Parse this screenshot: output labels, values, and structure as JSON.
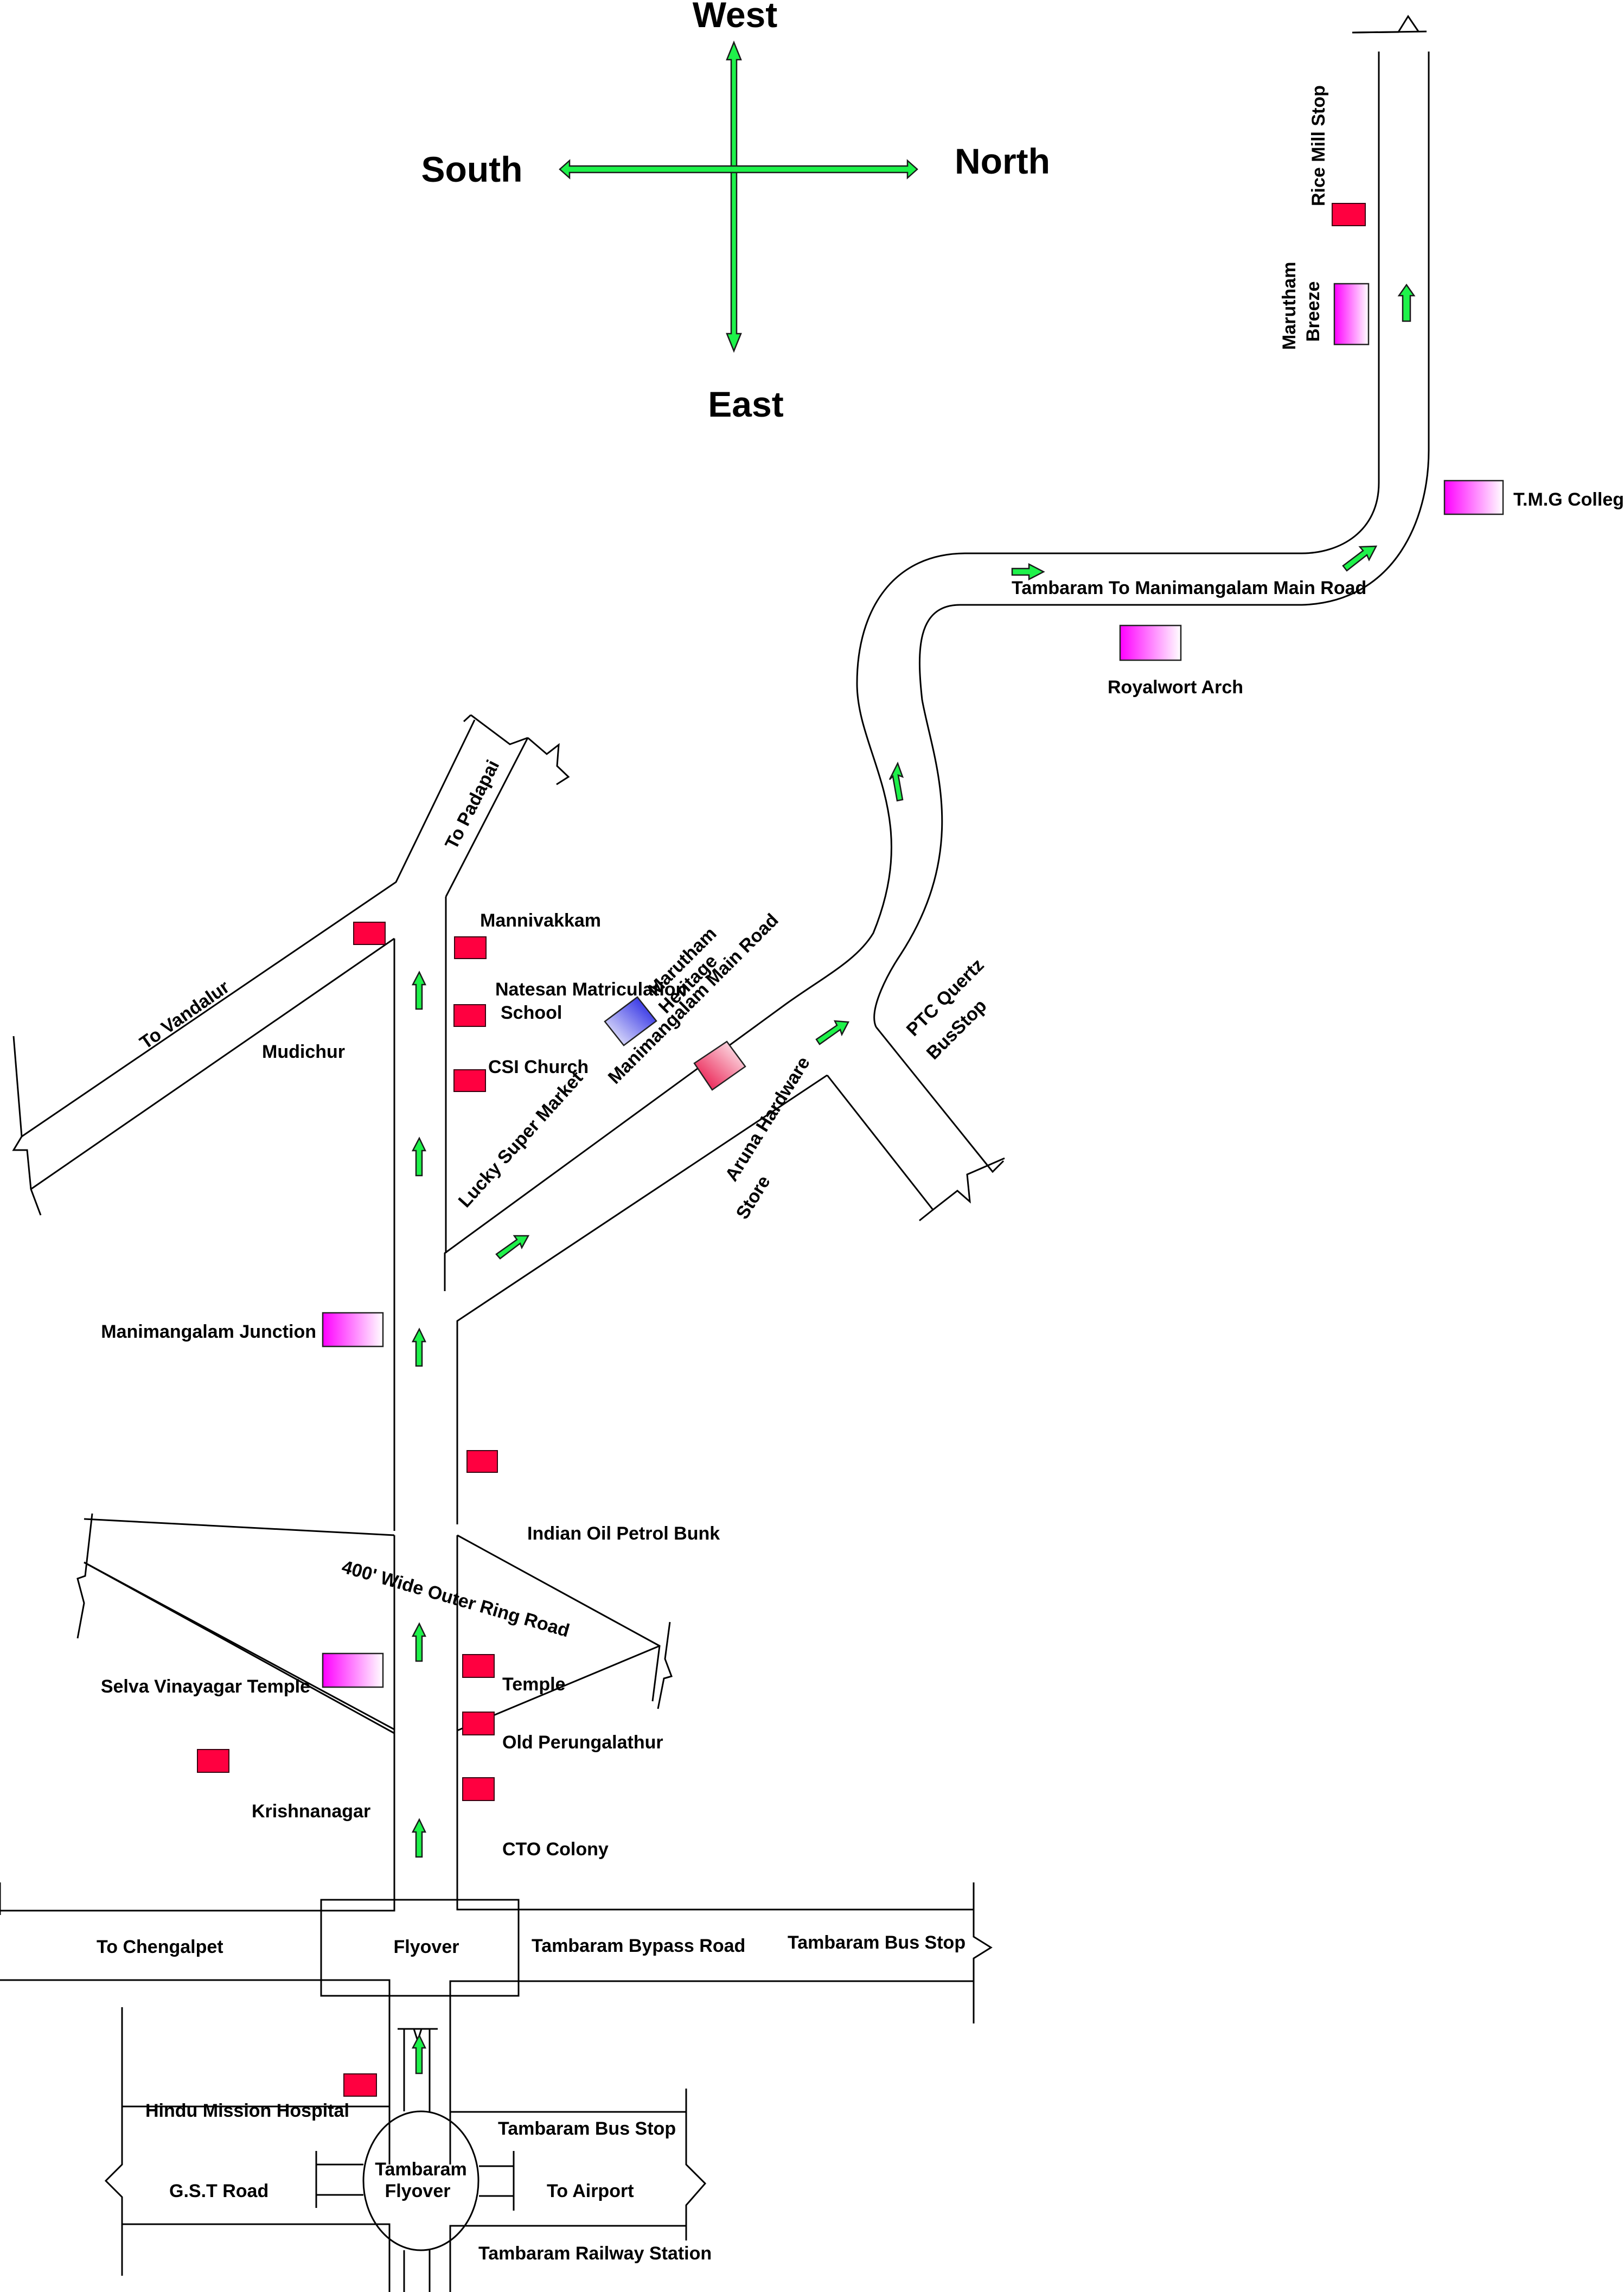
{
  "compass": {
    "west": "West",
    "north": "North",
    "south": "South",
    "east": "East"
  },
  "roads": {
    "tambaram_to_manimangalam": "Tambaram To Manimangalam Main Road",
    "manimangalam_main": "Manimangalam Main Road",
    "to_padapai": "To Padapai",
    "to_vandalur": "To Vandalur",
    "outer_ring": "400' Wide Outer Ring Road",
    "to_chengalpet": "To Chengalpet",
    "flyover": "Flyover",
    "bypass": "Tambaram Bypass Road",
    "gst": "G.S.T Road",
    "to_airport": "To Airport",
    "tambaram_flyover_1": "Tambaram",
    "tambaram_flyover_2": "Flyover"
  },
  "landmarks": {
    "rice_mill_stop": "Rice Mill Stop",
    "marutham_breeze_1": "Marutham",
    "marutham_breeze_2": "Breeze",
    "tmg_college": "T.M.G College",
    "royalwort_arch": "Royalwort Arch",
    "mannivakkam": "Mannivakkam",
    "natesan_1": "Natesan Matriculation",
    "natesan_2": "School",
    "csi_church": "CSI Church",
    "mudichur": "Mudichur",
    "marutham_heritage_1": "Marutham",
    "marutham_heritage_2": "Heritage",
    "lucky_super_market": "Lucky Super Market",
    "aruna_1": "Aruna Hardware",
    "aruna_2": "Store",
    "ptc_1": "PTC Quertz",
    "ptc_2": "BusStop",
    "manimangalam_junction": "Manimangalam Junction",
    "indian_oil": "Indian Oil Petrol Bunk",
    "selva_vinayagar": "Selva Vinayagar Temple",
    "temple": "Temple",
    "old_perungalathur": "Old Perungalathur",
    "krishnanagar": "Krishnanagar",
    "cto_colony": "CTO Colony",
    "tambaram_bus_stop_1": "Tambaram Bus Stop",
    "hindu_mission": "Hindu Mission Hospital",
    "tambaram_bus_stop_2": "Tambaram Bus Stop",
    "tambaram_railway": "Tambaram Railway Station"
  },
  "colors": {
    "arrow": "#1ef24a",
    "marker_red": "#ff0040",
    "marker_pink": "#ff00ff",
    "marker_blue": "#1010e0"
  }
}
